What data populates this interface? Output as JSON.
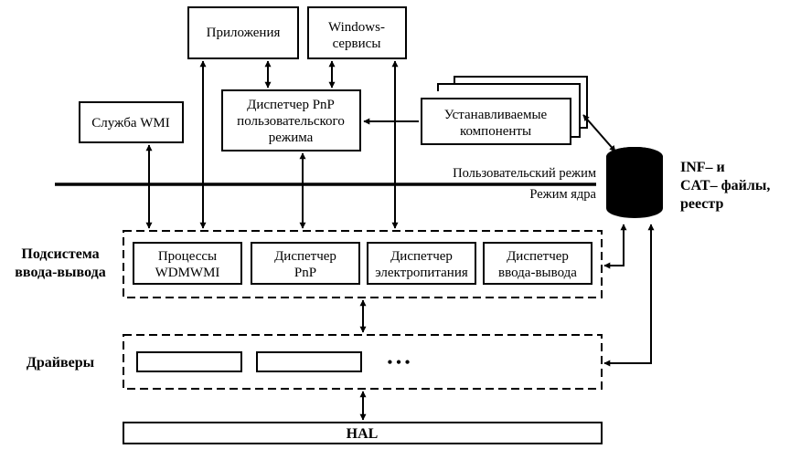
{
  "boxes": {
    "apps": "Приложения",
    "windows_services": [
      "Windows-",
      "сервисы"
    ],
    "wmi_service": "Служба WMI",
    "pnp_user_manager": [
      "Диспетчер PnP",
      "пользовательского",
      "режима"
    ],
    "installable_components": [
      "Устанавливаемые",
      "компоненты"
    ],
    "wdm_wmi": [
      "Процессы",
      "WDMWMI"
    ],
    "pnp_manager": [
      "Диспетчер",
      "PnP"
    ],
    "power_manager": [
      "Диспетчер",
      "электропитания"
    ],
    "io_manager": [
      "Диспетчер",
      "ввода-вывода"
    ],
    "hal": "HAL"
  },
  "boundary": {
    "user_mode": "Пользовательский режим",
    "kernel_mode": "Режим ядра"
  },
  "groups": {
    "io_subsystem": [
      "Подсистема",
      "ввода-вывода"
    ],
    "drivers": "Драйверы",
    "drivers_ellipsis": "• • •"
  },
  "storage": [
    "INF– и",
    "CAT– файлы,",
    "реестр"
  ]
}
